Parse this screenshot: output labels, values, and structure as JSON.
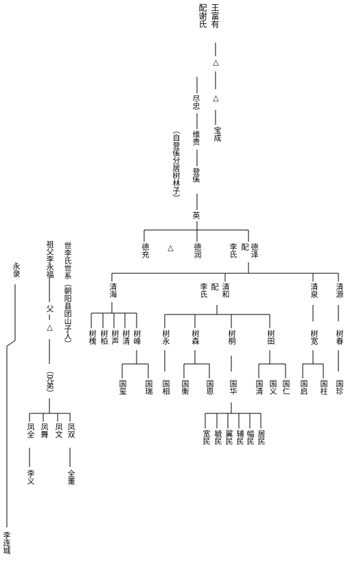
{
  "ancestors": {
    "founder": "王富有",
    "spouse": "配谢氏",
    "unknown_mark": "△",
    "son_a": "尽忠",
    "son_b": "宝成",
    "gen_weigui": "维贵",
    "gen_dengkui": "登傒",
    "gen_ying": "英",
    "note": "（自登傒分居树林子）"
  },
  "gen_de": {
    "dechong": "德充",
    "derun": "德润",
    "de_ze": "德泽",
    "spouse_pei": "配",
    "spouse_li": "李氏"
  },
  "gen_qing": {
    "qinghai": "清海",
    "qinghe": "清和",
    "qinghe_spouse_pei": "配",
    "qinghe_spouse_li": "李氏",
    "qingquan": "清泉",
    "qingyuan": "清源"
  },
  "gen_shu": {
    "shuhuai": "树槐",
    "shubai": "树柏",
    "shusheng": "树声",
    "shuqing": "树清",
    "shufeng": "树峰",
    "shuyong": "树永",
    "shusen": "树森",
    "shutong": "树桐",
    "shutian": "树田",
    "shukuan": "树宽",
    "shuchun": "树春"
  },
  "gen_guo": {
    "guoxi": "国玺",
    "guorui": "国瑞",
    "guoxiang": "国相",
    "guoheng": "国衡",
    "guoen": "国恩",
    "guohua": "国华",
    "guoqing": "国清",
    "guoyi": "国义",
    "guoren": "国仁",
    "guoqi": "国启",
    "guozhu": "国柱",
    "guozhen": "国珍"
  },
  "gen_min": {
    "kuanmin": "宽民",
    "yumin": "毓民",
    "yimin": "翼民",
    "fumin": "辅民",
    "fumin2": "幅民",
    "jumin": "居民"
  },
  "left_branch": {
    "title": "世李氏世系（朝阳县团山子人）",
    "grandfather": "祖父李永福",
    "father": "父",
    "unknown_mark": "△",
    "brothers": "（兄弟）",
    "fengquan": "凤全",
    "fengwu": "凤舞",
    "fengwen": "凤文",
    "fengshuang": "凤双",
    "liyi": "李义",
    "quanqin": "全萐"
  },
  "side": {
    "yonglu": "永录",
    "lilianchen": "李连城"
  }
}
